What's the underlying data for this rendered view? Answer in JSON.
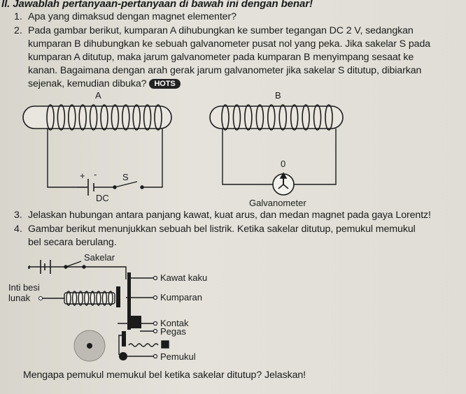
{
  "heading": "II. Jawablah pertanyaan-pertanyaan di bawah ini dengan benar!",
  "heading_faint": "dengan benar",
  "questions": [
    {
      "num": "1.",
      "text": "Apa yang dimaksud dengan magnet elementer?"
    },
    {
      "num": "2.",
      "lines": [
        "Pada gambar berikut, kumparan A dihubungkan ke sumber tegangan DC 2 V, sedangkan",
        "kumparan B dihubungkan ke sebuah galvanometer pusat nol yang peka. Jika sakelar S pada",
        "kumparan A ditutup, maka jarum galvanometer pada kumparan B menyimpang sesaat ke",
        "kanan. Bagaimana dengan arah gerak jarum galvanometer jika sakelar S ditutup, dibiarkan",
        "sejenak, kemudian dibuka?"
      ],
      "badge": "HOTS"
    },
    {
      "num": "3.",
      "text": "Jelaskan hubungan antara panjang kawat, kuat arus, dan medan magnet pada gaya Lorentz!"
    },
    {
      "num": "4.",
      "lines": [
        "Gambar berikut menunjukkan sebuah bel listrik. Ketika sakelar ditutup, pemukul memukul",
        "bel secara berulang."
      ]
    }
  ],
  "fig1": {
    "coil_a": "A",
    "coil_b": "B",
    "plus": "+",
    "minus": "-",
    "switch": "S",
    "dc": "DC",
    "zero": "0",
    "galvanometer": "Galvanometer"
  },
  "fig2": {
    "sakelar": "Sakelar",
    "kawat_kaku": "Kawat kaku",
    "inti_besi": "Inti besi",
    "lunak": "lunak",
    "kumparan": "Kumparan",
    "kontak": "Kontak",
    "pegas": "Pegas",
    "pemukul": "Pemukul"
  },
  "closing": "Mengapa pemukul memukul bel ketika sakelar ditutup? Jelaskan!",
  "colors": {
    "page": "#dfddd5",
    "ink": "#1b1b1b",
    "badge": "#222222"
  }
}
